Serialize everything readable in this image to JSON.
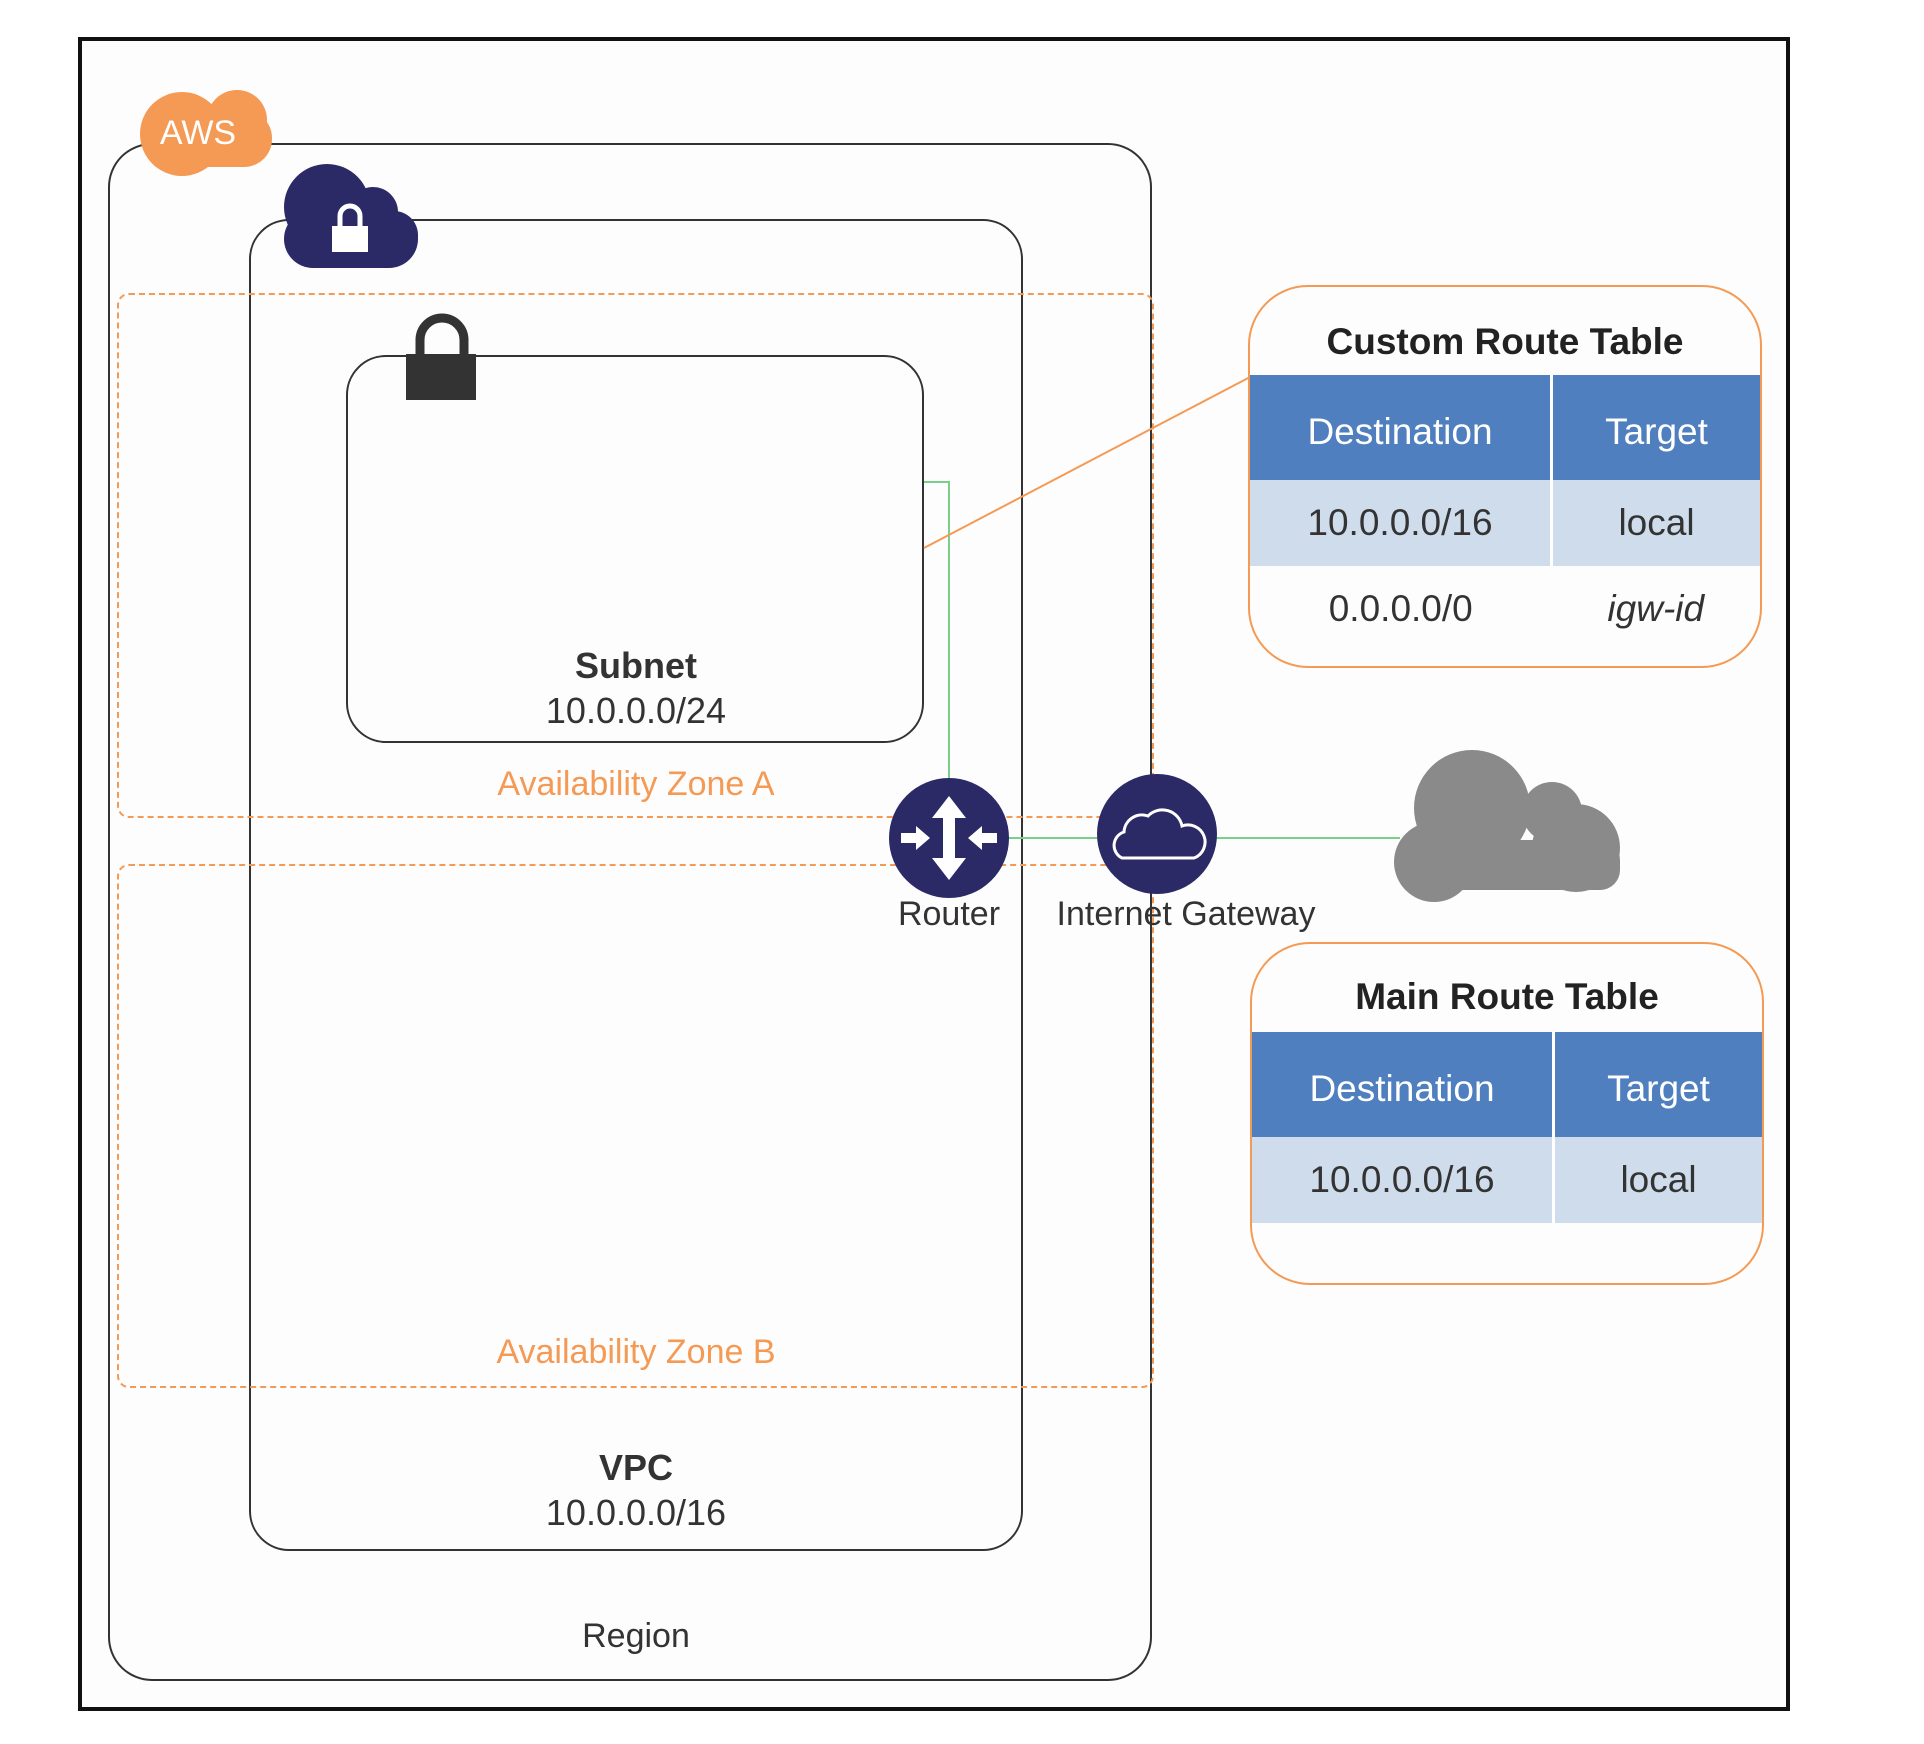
{
  "aws_badge": "AWS",
  "region_label": "Region",
  "vpc": {
    "title": "VPC",
    "cidr": "10.0.0.0/16"
  },
  "subnet": {
    "title": "Subnet",
    "cidr": "10.0.0.0/24"
  },
  "availability_zones": [
    "Availability Zone A",
    "Availability Zone B"
  ],
  "router_label": "Router",
  "igw_label": "Internet Gateway",
  "custom_route_table": {
    "title": "Custom Route Table",
    "headers": [
      "Destination",
      "Target"
    ],
    "rows": [
      [
        "10.0.0.0/16",
        "local"
      ],
      [
        "0.0.0.0/0",
        "igw-id"
      ]
    ]
  },
  "main_route_table": {
    "title": "Main Route Table",
    "headers": [
      "Destination",
      "Target"
    ],
    "rows": [
      [
        "10.0.0.0/16",
        "local"
      ]
    ]
  },
  "colors": {
    "aws_orange": "#f49a54",
    "navy": "#2b2a67",
    "table_header": "#4f7fbf",
    "table_row": "#cfdcec",
    "link_green": "#7ccf8a",
    "cloud_gray": "#8a8a8a"
  }
}
